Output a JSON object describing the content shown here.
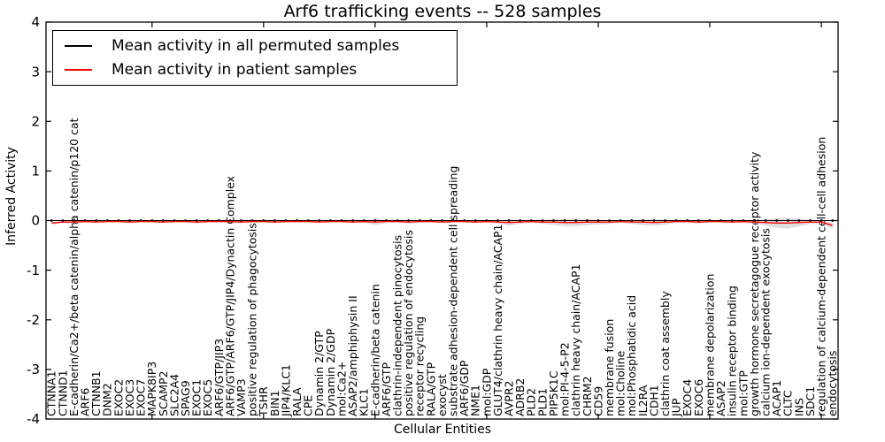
{
  "chart_data": {
    "type": "line",
    "title": "Arf6 trafficking events -- 528 samples",
    "xlabel": "Cellular Entities",
    "ylabel": "Inferred Activity",
    "ylim": [
      -4,
      4
    ],
    "yticks": [
      -4,
      -3,
      -2,
      -1,
      0,
      1,
      2,
      3,
      4
    ],
    "grid": false,
    "legend_position": "upper left",
    "band_color": "#a8a8a8",
    "band_opacity": 0.38,
    "categories": [
      "CTNNA1",
      "CTNND1",
      "E-cadherin/Ca2+/beta catenin/alpha catenin/p120 cat",
      "ARF6",
      "CTNNB1",
      "DNM2",
      "EXOC2",
      "EXOC3",
      "EXOC7",
      "MAPK8IP3",
      "SCAMP2",
      "SLC2A4",
      "SPAG9",
      "EXOC1",
      "EXOC5",
      "ARF6/GTP/JIP3",
      "ARF6/GTP/ARF6/GTP/JIP4/Dynactin Complex",
      "VAMP3",
      "positive regulation of phagocytosis",
      "TSHR",
      "BIN1",
      "JIP4/KLC1",
      "RALA",
      "CPE",
      "Dynamin 2/GTP",
      "Dynamin 2/GDP",
      "mol:Ca2+",
      "ASAP2/amphiphysin II",
      "KLC1",
      "E-cadherin/beta catenin",
      "ARF6/GTP",
      "clathrin-independent pinocytosis",
      "positive regulation of endocytosis",
      "receptor recycling",
      "RALA/GTP",
      "exocyst",
      "substrate adhesion-dependent cell spreading",
      "ARF6/GDP",
      "NME1",
      "mol:GDP",
      "GLUT4/clathrin heavy chain/ACAP1",
      "AVPR2",
      "ADRB2",
      "PLD2",
      "PLD1",
      "PIP5K1C",
      "mol:PI-4-5-P2",
      "clathrin heavy chain/ACAP1",
      "CHRM2",
      "CD59",
      "membrane fusion",
      "mol:Choline",
      "mol:Phosphatidic acid",
      "IL2RA",
      "CDH1",
      "clathrin coat assembly",
      "JUP",
      "EXOC4",
      "EXOC6",
      "membrane depolarization",
      "ASAP2",
      "insulin receptor binding",
      "mol:GTP",
      "growth hormone secretagogue receptor activity",
      "calcium ion-dependent exocytosis",
      "ACAP1",
      "CLTC",
      "INS",
      "SDC1",
      "regulation of calcium-dependent cell-cell adhesion",
      "endocytosis"
    ],
    "series": [
      {
        "name": "Mean activity in all permuted samples",
        "color": "#000000",
        "values": [
          0,
          0,
          0,
          0,
          0,
          0,
          0,
          0,
          0,
          0,
          0,
          0,
          0,
          0,
          0,
          0,
          0,
          0,
          0,
          0,
          0,
          0,
          0,
          0,
          0,
          0,
          0,
          0,
          0,
          0,
          0,
          0,
          0,
          0,
          0,
          0,
          0,
          0,
          0,
          0,
          0,
          0,
          0,
          0,
          0,
          0,
          0,
          0,
          0,
          0,
          0,
          0,
          0,
          0,
          0,
          0,
          0,
          0,
          0,
          0,
          0,
          0,
          0,
          0,
          0,
          0,
          0,
          0,
          0,
          0,
          0
        ]
      },
      {
        "name": "Mean activity in patient samples",
        "color": "#ff0000",
        "values": [
          -0.05,
          -0.03,
          -0.03,
          -0.02,
          -0.03,
          -0.02,
          -0.02,
          -0.03,
          -0.02,
          -0.02,
          -0.03,
          -0.02,
          -0.02,
          -0.03,
          -0.02,
          -0.02,
          -0.02,
          -0.03,
          -0.02,
          -0.02,
          -0.03,
          -0.02,
          -0.02,
          -0.02,
          -0.03,
          -0.02,
          -0.02,
          -0.03,
          -0.02,
          -0.03,
          -0.02,
          -0.02,
          -0.03,
          -0.02,
          -0.02,
          -0.03,
          -0.02,
          -0.02,
          -0.03,
          -0.02,
          -0.03,
          -0.04,
          -0.03,
          -0.02,
          -0.03,
          -0.03,
          -0.04,
          -0.04,
          -0.03,
          -0.03,
          -0.03,
          -0.02,
          -0.03,
          -0.03,
          -0.04,
          -0.03,
          -0.02,
          -0.02,
          -0.03,
          -0.02,
          -0.02,
          -0.03,
          -0.02,
          -0.03,
          -0.04,
          -0.05,
          -0.05,
          -0.04,
          -0.03,
          -0.03,
          -0.1
        ]
      }
    ],
    "band_halfwidths": [
      0.03,
      0.02,
      0.04,
      0.02,
      0.02,
      0.02,
      0.02,
      0.02,
      0.02,
      0.02,
      0.02,
      0.02,
      0.02,
      0.03,
      0.02,
      0.02,
      0.02,
      0.02,
      0.03,
      0.02,
      0.02,
      0.02,
      0.02,
      0.02,
      0.02,
      0.02,
      0.02,
      0.02,
      0.03,
      0.06,
      0.03,
      0.02,
      0.03,
      0.03,
      0.02,
      0.02,
      0.02,
      0.02,
      0.02,
      0.02,
      0.03,
      0.06,
      0.04,
      0.03,
      0.04,
      0.06,
      0.07,
      0.07,
      0.06,
      0.05,
      0.04,
      0.03,
      0.04,
      0.06,
      0.06,
      0.05,
      0.03,
      0.03,
      0.03,
      0.02,
      0.03,
      0.02,
      0.03,
      0.04,
      0.06,
      0.1,
      0.11,
      0.08,
      0.04,
      0.03,
      0.06
    ]
  }
}
